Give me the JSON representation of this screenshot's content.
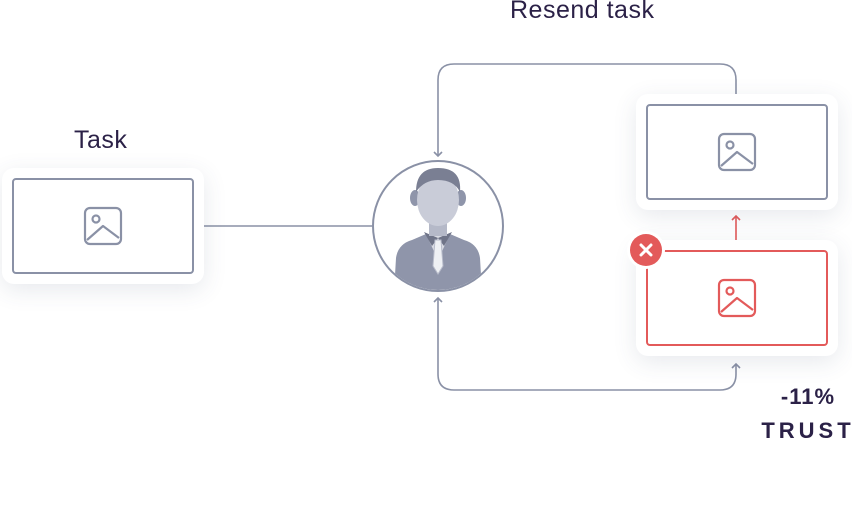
{
  "labels": {
    "task": "Task",
    "resend": "Resend task"
  },
  "metric": {
    "value": "-11%",
    "label": "TRUST"
  },
  "icons": {
    "task_card": "image-icon",
    "resend_card": "image-icon",
    "failed_card": "image-icon",
    "person": "person-avatar-icon",
    "error": "close-icon"
  },
  "colors": {
    "line": "#8a91a6",
    "error": "#e35a5a",
    "text": "#2b2147"
  }
}
